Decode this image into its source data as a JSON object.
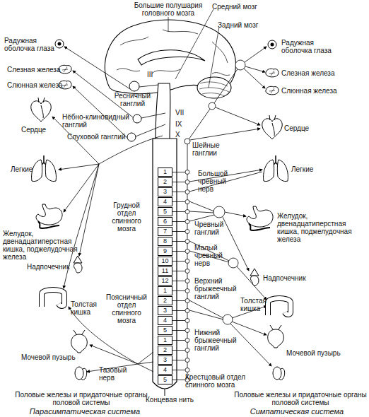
{
  "diagram": {
    "nodes": [
      {
        "text": [
          "1"
        ]
      },
      {
        "text": [
          "2"
        ]
      },
      {
        "text": [
          "3"
        ]
      },
      {
        "text": [
          "4"
        ]
      },
      {
        "text": [
          "5"
        ]
      },
      {
        "text": [
          "6"
        ]
      },
      {
        "text": [
          "7"
        ]
      },
      {
        "text": [
          "8"
        ]
      },
      {
        "text": [
          "9"
        ]
      },
      {
        "text": [
          "10"
        ]
      },
      {
        "text": [
          "11"
        ]
      },
      {
        "text": [
          "12"
        ]
      },
      {
        "text": [
          "1"
        ]
      },
      {
        "text": [
          "2"
        ]
      },
      {
        "text": [
          "3"
        ]
      },
      {
        "text": [
          "4"
        ]
      },
      {
        "text": [
          "5"
        ]
      },
      {
        "text": [
          "1"
        ]
      },
      {
        "text": [
          "2"
        ]
      },
      {
        "text": [
          "3"
        ]
      },
      {
        "text": [
          "4"
        ]
      },
      {
        "text": [
          "5"
        ]
      }
    ],
    "labels": [
      "Большие полушария головного мозга",
      "Средний мозг",
      "Задний мозг",
      "Радужная оболочка глаза",
      "Радужная оболочка глаза",
      "Слезная железа",
      "Ресничный ганглий",
      "III",
      "Слезная железа",
      "Слюнная железа",
      "Нёбно-клиновидный ганглий",
      "VII",
      "Шейные ганглии",
      "Слюнная железа",
      "IX",
      "X",
      "Сердце",
      "Слуховой ганглий",
      "Сердце",
      "Легкие",
      "Грудной отдел спинного мозга",
      "Большой чревный нерв",
      "Легкие",
      "Желудок, двенадцатиперстная кишка, поджелудочная железа",
      "Чревный ганглий",
      "Желудок, двенадцатиперстная кишка, поджелудочная железа",
      "Малый чревный нерв",
      "Надпочечник",
      "Надпочечник",
      "Поясничный отдел спинного мозга",
      "Верхний брыжеечный ганглий",
      "Толстая кишка",
      "Толстая кишка",
      "Нижний брыжеечный ганглий",
      "Мочевой пузырь",
      "Мочевой пузырь",
      "Тазовый нерв",
      "Крестцовый отдел спинного мозга",
      "Половые железы и придаточные органы половой системы",
      "Половые железы и придаточные органы половой системы",
      "Концевая нить",
      "Парасимпатическая система",
      "Симпатическая система"
    ]
  }
}
